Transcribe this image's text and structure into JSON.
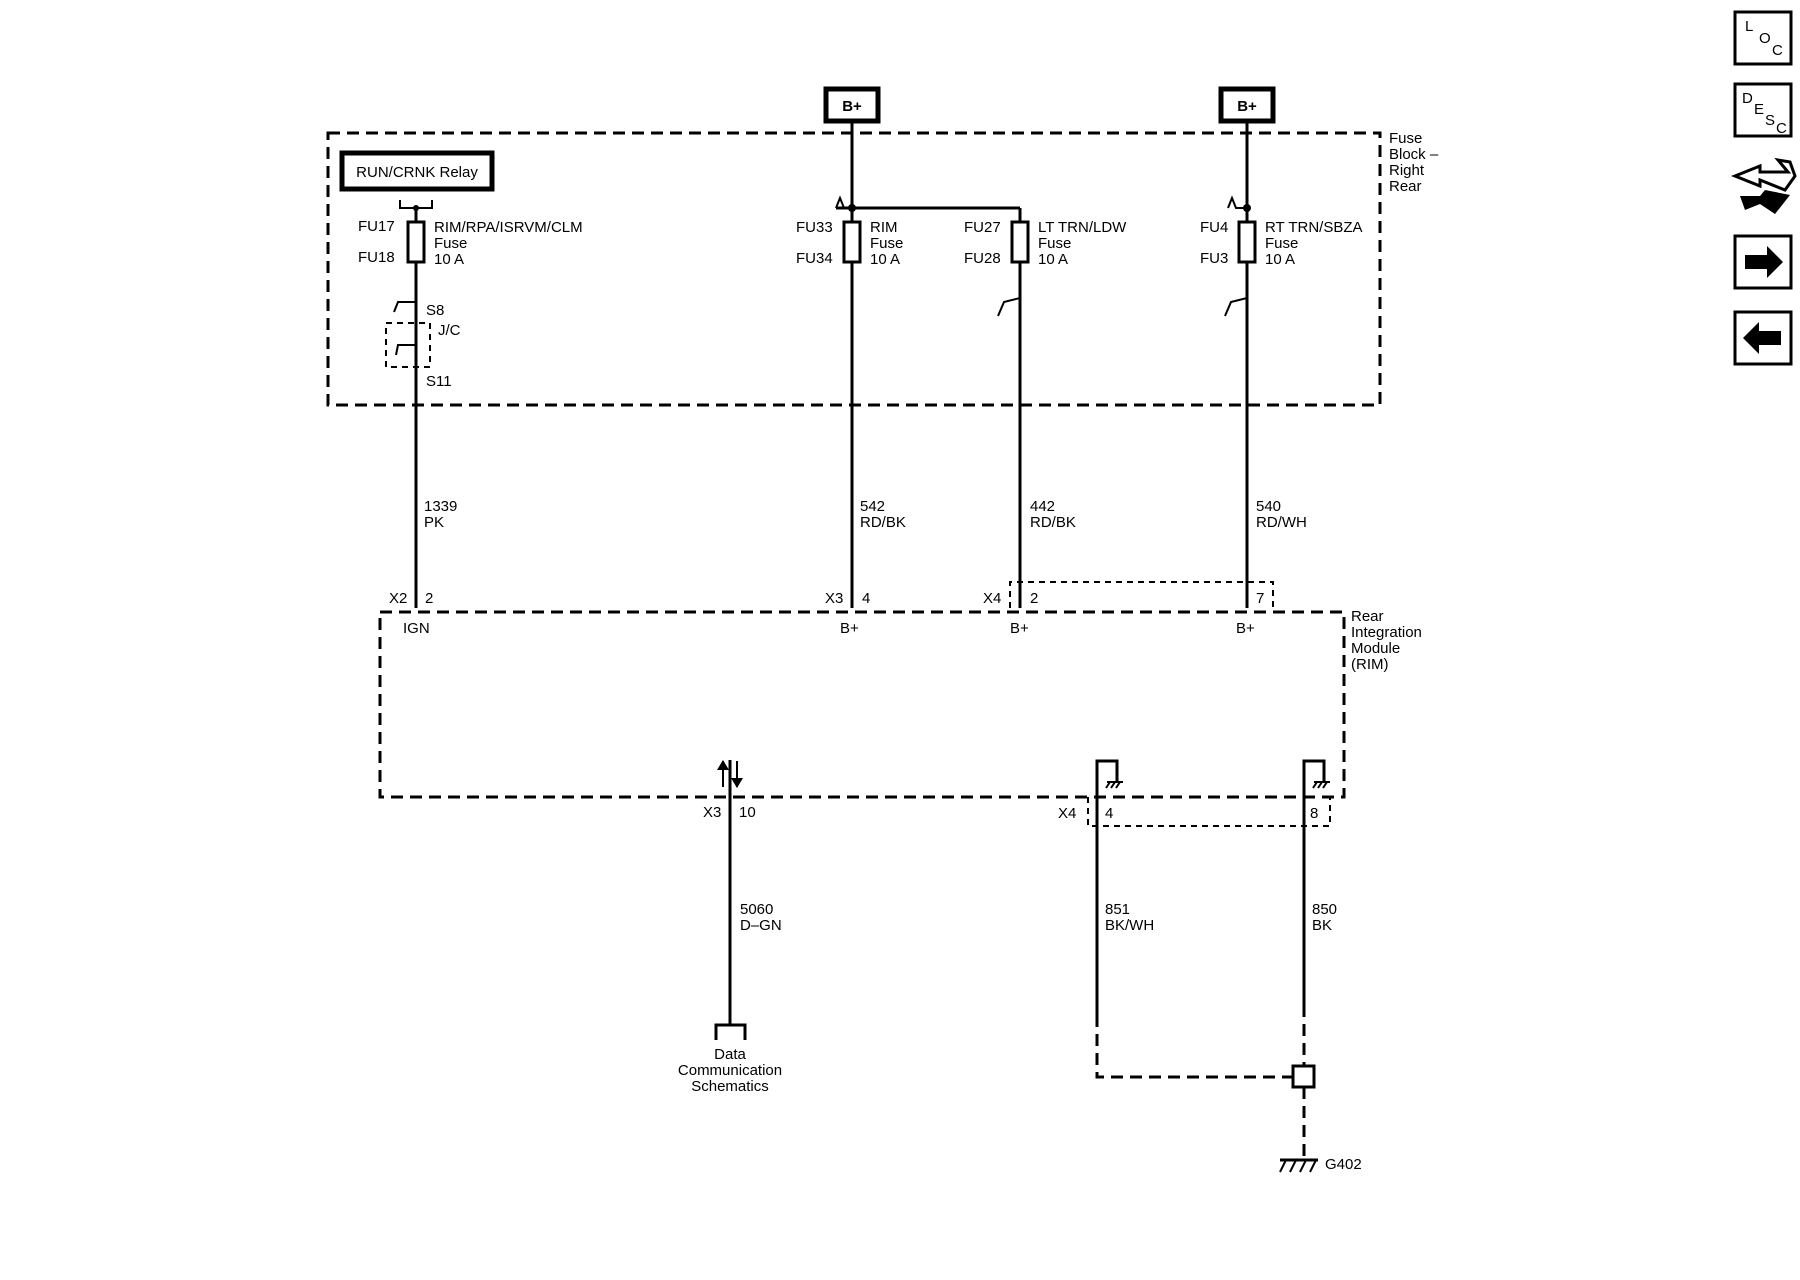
{
  "b_plus_label": "B+",
  "relay_label": "RUN/CRNK Relay",
  "fuse_block": [
    "Fuse",
    "Block –",
    "Right",
    "Rear"
  ],
  "module": [
    "Rear",
    "Integration",
    "Module",
    "(RIM)"
  ],
  "fuses": [
    {
      "top": "FU17",
      "bottom": "FU18",
      "name": "RIM/RPA/ISRVM/CLM",
      "type": "Fuse",
      "rating": "10 A"
    },
    {
      "top": "FU33",
      "bottom": "FU34",
      "name": "RIM",
      "type": "Fuse",
      "rating": "10 A"
    },
    {
      "top": "FU27",
      "bottom": "FU28",
      "name": "LT TRN/LDW",
      "type": "Fuse",
      "rating": "10 A"
    },
    {
      "top": "FU4",
      "bottom": "FU3",
      "name": "RT TRN/SBZA",
      "type": "Fuse",
      "rating": "10 A"
    }
  ],
  "splice": {
    "top": "S8",
    "name": "J/C",
    "bottom": "S11"
  },
  "wires": [
    {
      "circuit": "1339",
      "color": "PK"
    },
    {
      "circuit": "542",
      "color": "RD/BK"
    },
    {
      "circuit": "442",
      "color": "RD/BK"
    },
    {
      "circuit": "540",
      "color": "RD/WH"
    },
    {
      "circuit": "5060",
      "color": "D–GN"
    },
    {
      "circuit": "851",
      "color": "BK/WH"
    },
    {
      "circuit": "850",
      "color": "BK"
    }
  ],
  "top_connectors": [
    {
      "conn": "X2",
      "pin": "2",
      "func": "IGN"
    },
    {
      "conn": "X3",
      "pin": "4",
      "func": "B+"
    },
    {
      "conn": "X4",
      "pin": "2",
      "func": "B+"
    },
    {
      "conn": "",
      "pin": "7",
      "func": "B+"
    }
  ],
  "bottom_connectors": [
    {
      "conn": "X3",
      "pin": "10"
    },
    {
      "conn": "X4",
      "pin": "4"
    },
    {
      "conn": "",
      "pin": "8"
    }
  ],
  "data_comm": [
    "Data",
    "Communication",
    "Schematics"
  ],
  "ground": "G402",
  "nav": {
    "loc": [
      "L",
      "O",
      "C"
    ],
    "desc": [
      "D",
      "E",
      "S",
      "C"
    ]
  }
}
